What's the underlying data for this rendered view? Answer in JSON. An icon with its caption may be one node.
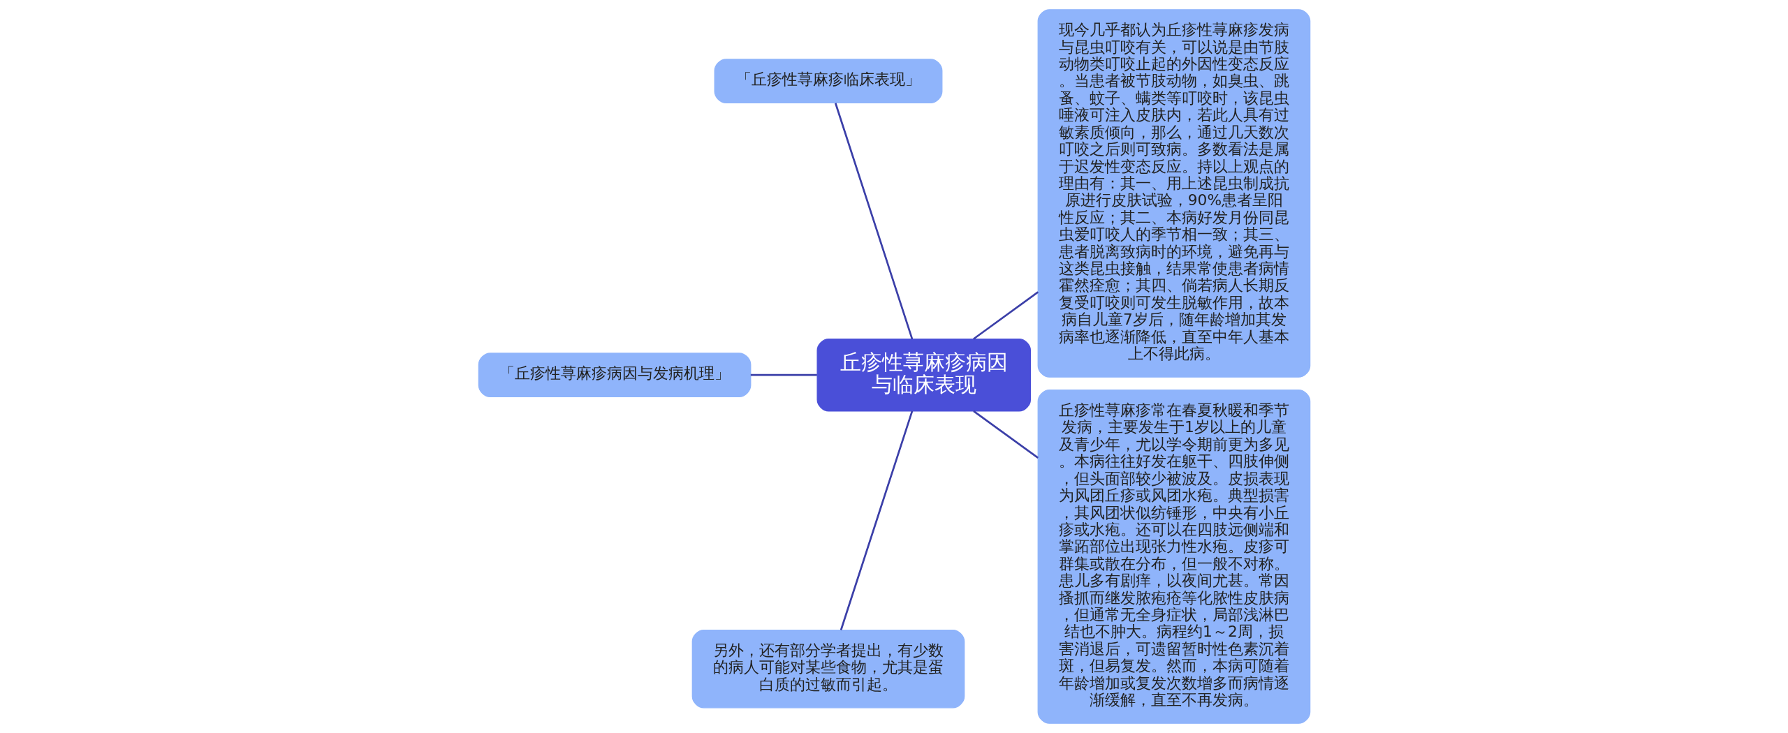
{
  "diagram": {
    "nodes": [
      {
        "text": [
          "丘疹性荨麻疹病因与临床表现"
        ]
      },
      {
        "text": [
          "现今几乎都认为丘疹性荨麻疹发病与昆虫叮咬有关，可以说是由节肢动物类叮咬止起的外因性变态反应。当患者被节肢动物，如臭虫、跳蚤、蚊子、螨类等叮咬时，该昆虫唾液可注入皮肤内，若此人具有过敏素质倾向，那么，通过几天数次叮咬之后则可致病。多数看法是属于迟发性变态反应。持以上观点的理由有：其一、用上述昆虫制成抗原进行皮肤试验，90%患者呈阳性反应；其二、本病好发月份同昆虫爱叮咬人的季节相一致；其三、患者脱离致病时的环境，避免再与这类昆虫接触，结果常使患者病情霍然痊愈；其四、倘若病人长期反复受叮咬则可发生脱敏作用，故本病自儿童7岁后，随年龄增加其发病率也逐渐降低，直至中年人基本上不得此病。"
        ]
      },
      {
        "text": [
          "「丘疹性荨麻疹临床表现」"
        ]
      },
      {
        "text": [
          "「丘疹性荨麻疹病因与发病机理」"
        ]
      },
      {
        "text": [
          "另外，还有部分学者提出，有少数的病人可能对某些食物，尤其是蛋白质的过敏而引起。"
        ]
      },
      {
        "text": [
          "丘疹性荨麻疹常在春夏秋暖和季节发病，主要发生于1岁以上的儿童及青少年，尤以学令期前更为多见。本病往往好发在躯干、四肢伸侧，但头面部较少被波及。皮损表现为风团丘疹或风团水疱。典型损害，其风团状似纺锤形，中央有小丘疹或水疱。还可以在四肢远侧端和掌跖部位出现张力性水疱。皮疹可群集或散在分布，但一般不对称。患儿多有剧痒，以夜间尤甚。常因搔抓而继发脓疱疮等化脓性皮肤病，但通常无全身症状，局部浅淋巴结也不肿大。病程约1～2周，损害消退后，可遗留暂时性色素沉着斑，但易复发。然而，本病可随着年龄增加或复发次数增多而病情逐渐缓解，直至不再发病。"
        ]
      }
    ],
    "edges": [
      {
        "from": 0,
        "to": 1,
        "arrow": "none"
      },
      {
        "from": 0,
        "to": 2,
        "arrow": "none"
      },
      {
        "from": 0,
        "to": 3,
        "arrow": "none"
      },
      {
        "from": 0,
        "to": 4,
        "arrow": "none"
      },
      {
        "from": 0,
        "to": 5,
        "arrow": "none"
      }
    ]
  }
}
